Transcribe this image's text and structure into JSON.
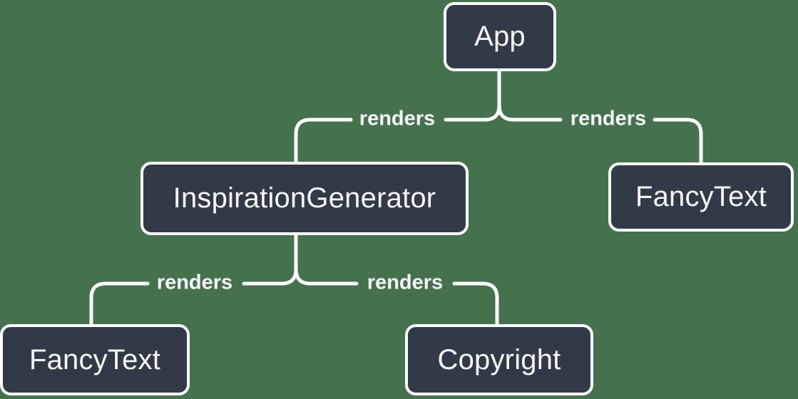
{
  "diagram": {
    "type": "tree",
    "colors": {
      "background": "#46714F",
      "node_fill": "#323A48",
      "node_border": "#FFFFFF",
      "edge": "#FFFFFF",
      "text": "#F6F7F9"
    },
    "nodes": [
      {
        "id": "app",
        "label": "App"
      },
      {
        "id": "inspiration-generator",
        "label": "InspirationGenerator"
      },
      {
        "id": "fancy-text-top",
        "label": "FancyText"
      },
      {
        "id": "fancy-text-bottom",
        "label": "FancyText"
      },
      {
        "id": "copyright",
        "label": "Copyright"
      }
    ],
    "edges": [
      {
        "from": "App",
        "to": "InspirationGenerator",
        "label": "renders"
      },
      {
        "from": "App",
        "to": "FancyText",
        "label": "renders"
      },
      {
        "from": "InspirationGenerator",
        "to": "FancyText",
        "label": "renders"
      },
      {
        "from": "InspirationGenerator",
        "to": "Copyright",
        "label": "renders"
      }
    ]
  }
}
